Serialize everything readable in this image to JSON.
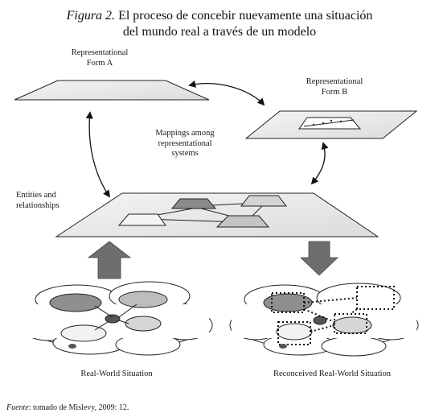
{
  "figure": {
    "label": "Figura 2.",
    "title_line1": "El proceso de concebir nuevamente una situación",
    "title_line2": "del mundo real a través de un modelo"
  },
  "labels": {
    "form_a": [
      "Representational",
      "Form A"
    ],
    "form_b": [
      "Representational",
      "Form B"
    ],
    "mappings": [
      "Mappings among",
      "representational",
      "systems"
    ],
    "entities": [
      "Entities and",
      "relationships"
    ],
    "real_world": "Real-World Situation",
    "reconceived": "Reconceived Real-World Situation"
  },
  "source": {
    "label": "Fuente",
    "text": ": tomado de Mislevy, 2009: 12."
  }
}
